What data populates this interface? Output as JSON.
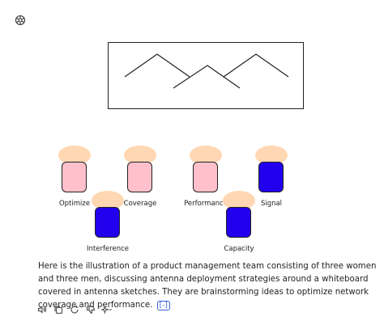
{
  "colors": {
    "head": "#ffd7b3",
    "woman_body": "#ffc0cb",
    "man_body": "#2200ee",
    "outline": "#222222"
  },
  "people": [
    {
      "gender": "woman",
      "label": "Optimize"
    },
    {
      "gender": "woman",
      "label": "Coverage"
    },
    {
      "gender": "woman",
      "label": "Performance"
    },
    {
      "gender": "man",
      "label": "Signal"
    },
    {
      "gender": "man",
      "label": "Interference"
    },
    {
      "gender": "man",
      "label": "Capacity"
    }
  ],
  "response": {
    "text": "Here is the illustration of a product management team consisting of three women and three men, discussing antenna deployment strategies around a whiteboard covered in antenna sketches. They are brainstorming ideas to optimize network coverage and performance.",
    "citation": "[-]"
  },
  "actions": {
    "icons": [
      "speaker-icon",
      "copy-icon",
      "regenerate-icon",
      "thumbs-down-icon",
      "sparkle-icon"
    ]
  }
}
